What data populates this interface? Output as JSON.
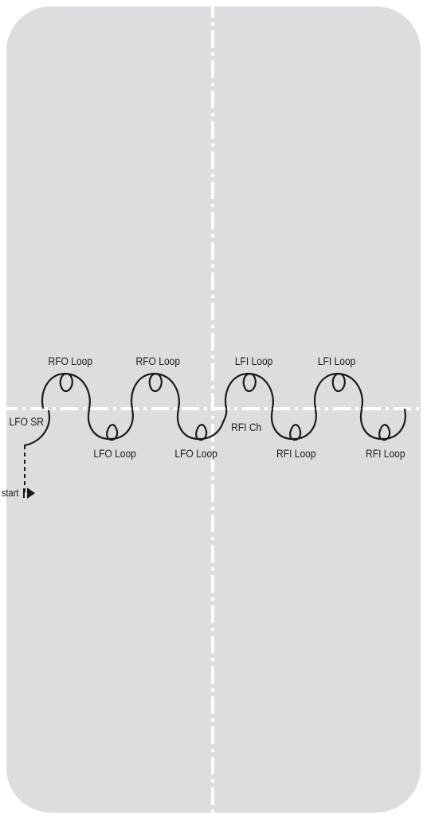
{
  "labels": {
    "start": "start",
    "entry": "LFO SR",
    "top": [
      "RFO Loop",
      "RFO Loop",
      "LFI Loop",
      "LFI Loop"
    ],
    "bottom": [
      "LFO Loop",
      "LFO Loop",
      "RFI Loop",
      "RFI Loop"
    ],
    "change": "RFI Ch"
  },
  "colors": {
    "rink": "#dcdddf",
    "axis": "#ffffff",
    "tracing": "#1a1a1a"
  }
}
